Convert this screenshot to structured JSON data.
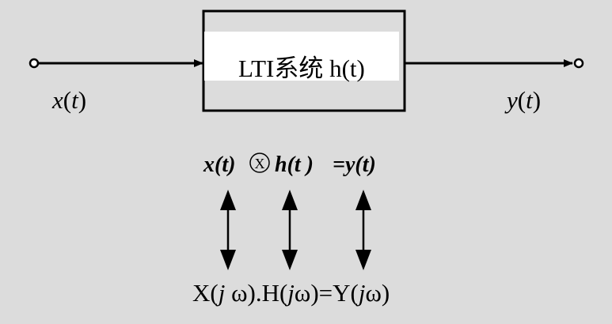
{
  "system": {
    "box_label": "LTI系统 h(t)",
    "input_label": {
      "fn": "x",
      "arg": "t"
    },
    "output_label": {
      "fn": "y",
      "arg": "t"
    }
  },
  "time_domain": {
    "x": "x(t)",
    "operator": "X",
    "h": "h(t )",
    "equals_y": "=y(t)"
  },
  "freq_domain": {
    "x_pre": "X(",
    "x_j": "j",
    "x_post": " ω).H(",
    "h_j": "j",
    "h_post": "ω)=Y(",
    "y_j": "j",
    "y_post": "ω)"
  },
  "colors": {
    "background": "#dcdcdc",
    "box_fill": "#ffffff",
    "stroke": "#000000"
  }
}
